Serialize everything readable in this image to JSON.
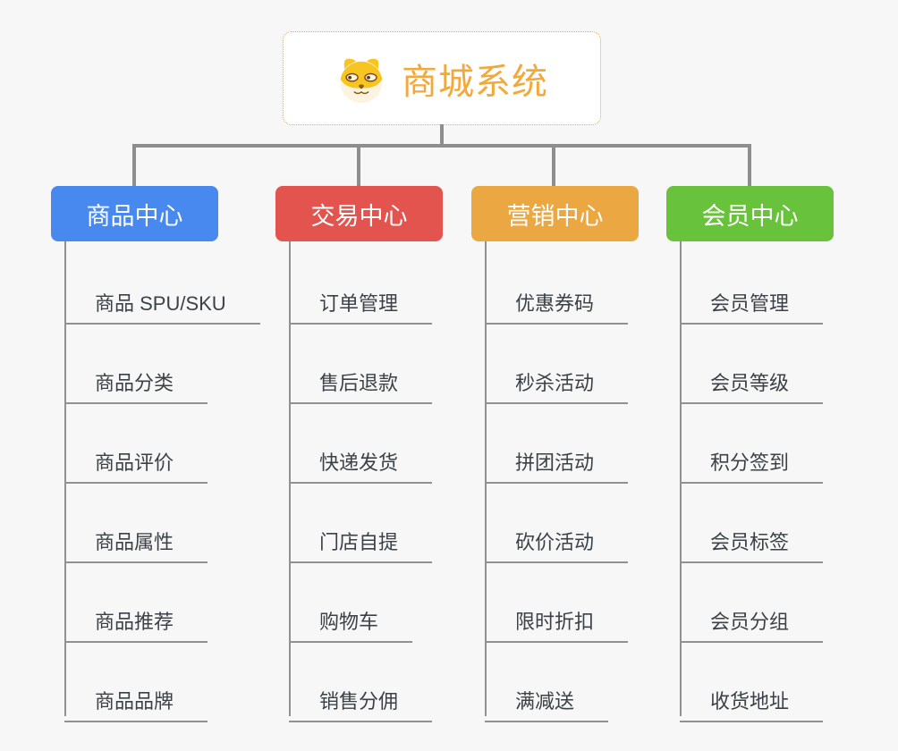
{
  "root": {
    "label": "商城系统",
    "icon": "doge-icon",
    "text_color": "#f2a93b",
    "border_color": "#e8a33d"
  },
  "connector_color": "#8e8e8e",
  "background_color": "#f7f7f7",
  "branches": [
    {
      "title": "商品中心",
      "color": "#4789ee",
      "items": [
        "商品 SPU/SKU",
        "商品分类",
        "商品评价",
        "商品属性",
        "商品推荐",
        "商品品牌"
      ]
    },
    {
      "title": "交易中心",
      "color": "#e4544f",
      "items": [
        "订单管理",
        "售后退款",
        "快递发货",
        "门店自提",
        "购物车",
        "销售分佣"
      ]
    },
    {
      "title": "营销中心",
      "color": "#eaa742",
      "items": [
        "优惠券码",
        "秒杀活动",
        "拼团活动",
        "砍价活动",
        "限时折扣",
        "满减送"
      ]
    },
    {
      "title": "会员中心",
      "color": "#69c23c",
      "items": [
        "会员管理",
        "会员等级",
        "积分签到",
        "会员标签",
        "会员分组",
        "收货地址"
      ]
    }
  ]
}
